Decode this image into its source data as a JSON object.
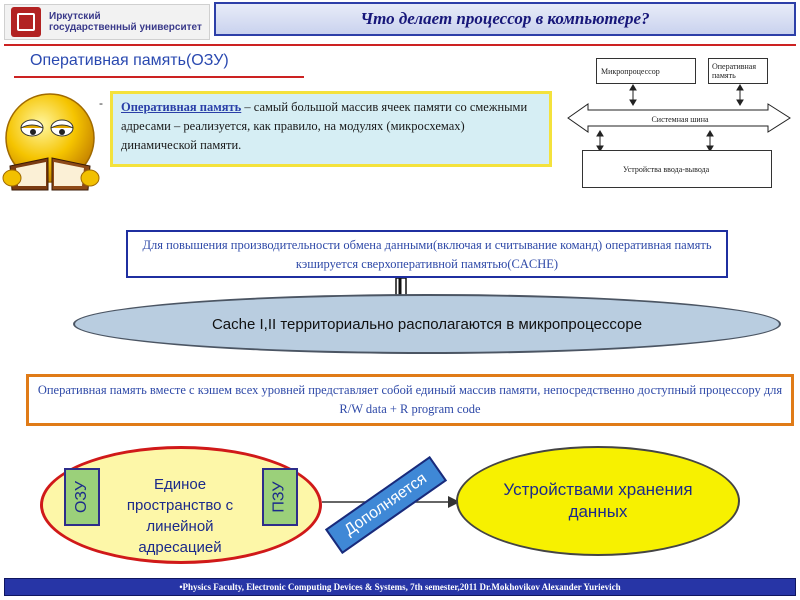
{
  "header": {
    "logo_line1": "Иркутский",
    "logo_line2": "государственный университет",
    "title": "Что делает процессор в компьютере?"
  },
  "subtitle": "Оперативная память(ОЗУ)",
  "definition": {
    "term": "Оперативная память",
    "text": " – самый большой массив ячеек памяти со смежными адресами – реализуется, как правило, на модулях (микросхемах) динамической памяти."
  },
  "diagram": {
    "cpu": "Микропроцессор",
    "ram": "Оперативная память",
    "bus": "Системная шина",
    "io": "Устройства ввода-вывода"
  },
  "cache_note": "Для повышения производительности обмена данными(включая и считывание команд) оперативная память кэшируется сверхоперативной памятью(CACHE)",
  "cache_location": "Cache I,II территориально располагаются в микропроцессоре",
  "unified_note": "Оперативная память вместе с кэшем всех уровней представляет собой единый массив памяти, непосредственно доступный процессору для R/W data + R program code",
  "bottom": {
    "ozu": "ОЗУ",
    "pzu": "ПЗУ",
    "center": "Единое пространство с линейной адресацией",
    "link": "Дополняется",
    "storage": "Устройствами хранения данных"
  },
  "footer": "•Physics Faculty, Electronic Computing Devices & Systems, 7th semester,2011 Dr.Mokhovikov Alexander Yurievich",
  "colors": {
    "accent_blue": "#2735a6",
    "accent_red": "#cc2222",
    "ellipse_yellow": "#f7f100",
    "cache_ellipse": "#b9cde0"
  }
}
